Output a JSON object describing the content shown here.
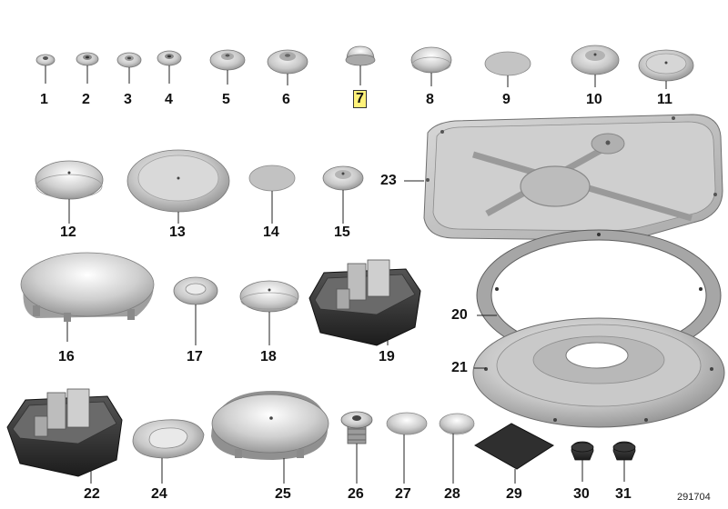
{
  "diagram_id": "291704",
  "highlighted_part": "7",
  "labels": [
    "1",
    "2",
    "3",
    "4",
    "5",
    "6",
    "7",
    "8",
    "9",
    "10",
    "11",
    "12",
    "13",
    "14",
    "15",
    "16",
    "17",
    "18",
    "19",
    "20",
    "21",
    "22",
    "23",
    "24",
    "25",
    "26",
    "27",
    "28",
    "29",
    "30",
    "31"
  ],
  "colors": {
    "part_fill": "#c8c8c8",
    "part_dark": "#8a8a8a",
    "highlight": "#fff27a",
    "label": "#111111",
    "dark_plug": "#2a2a2a"
  }
}
